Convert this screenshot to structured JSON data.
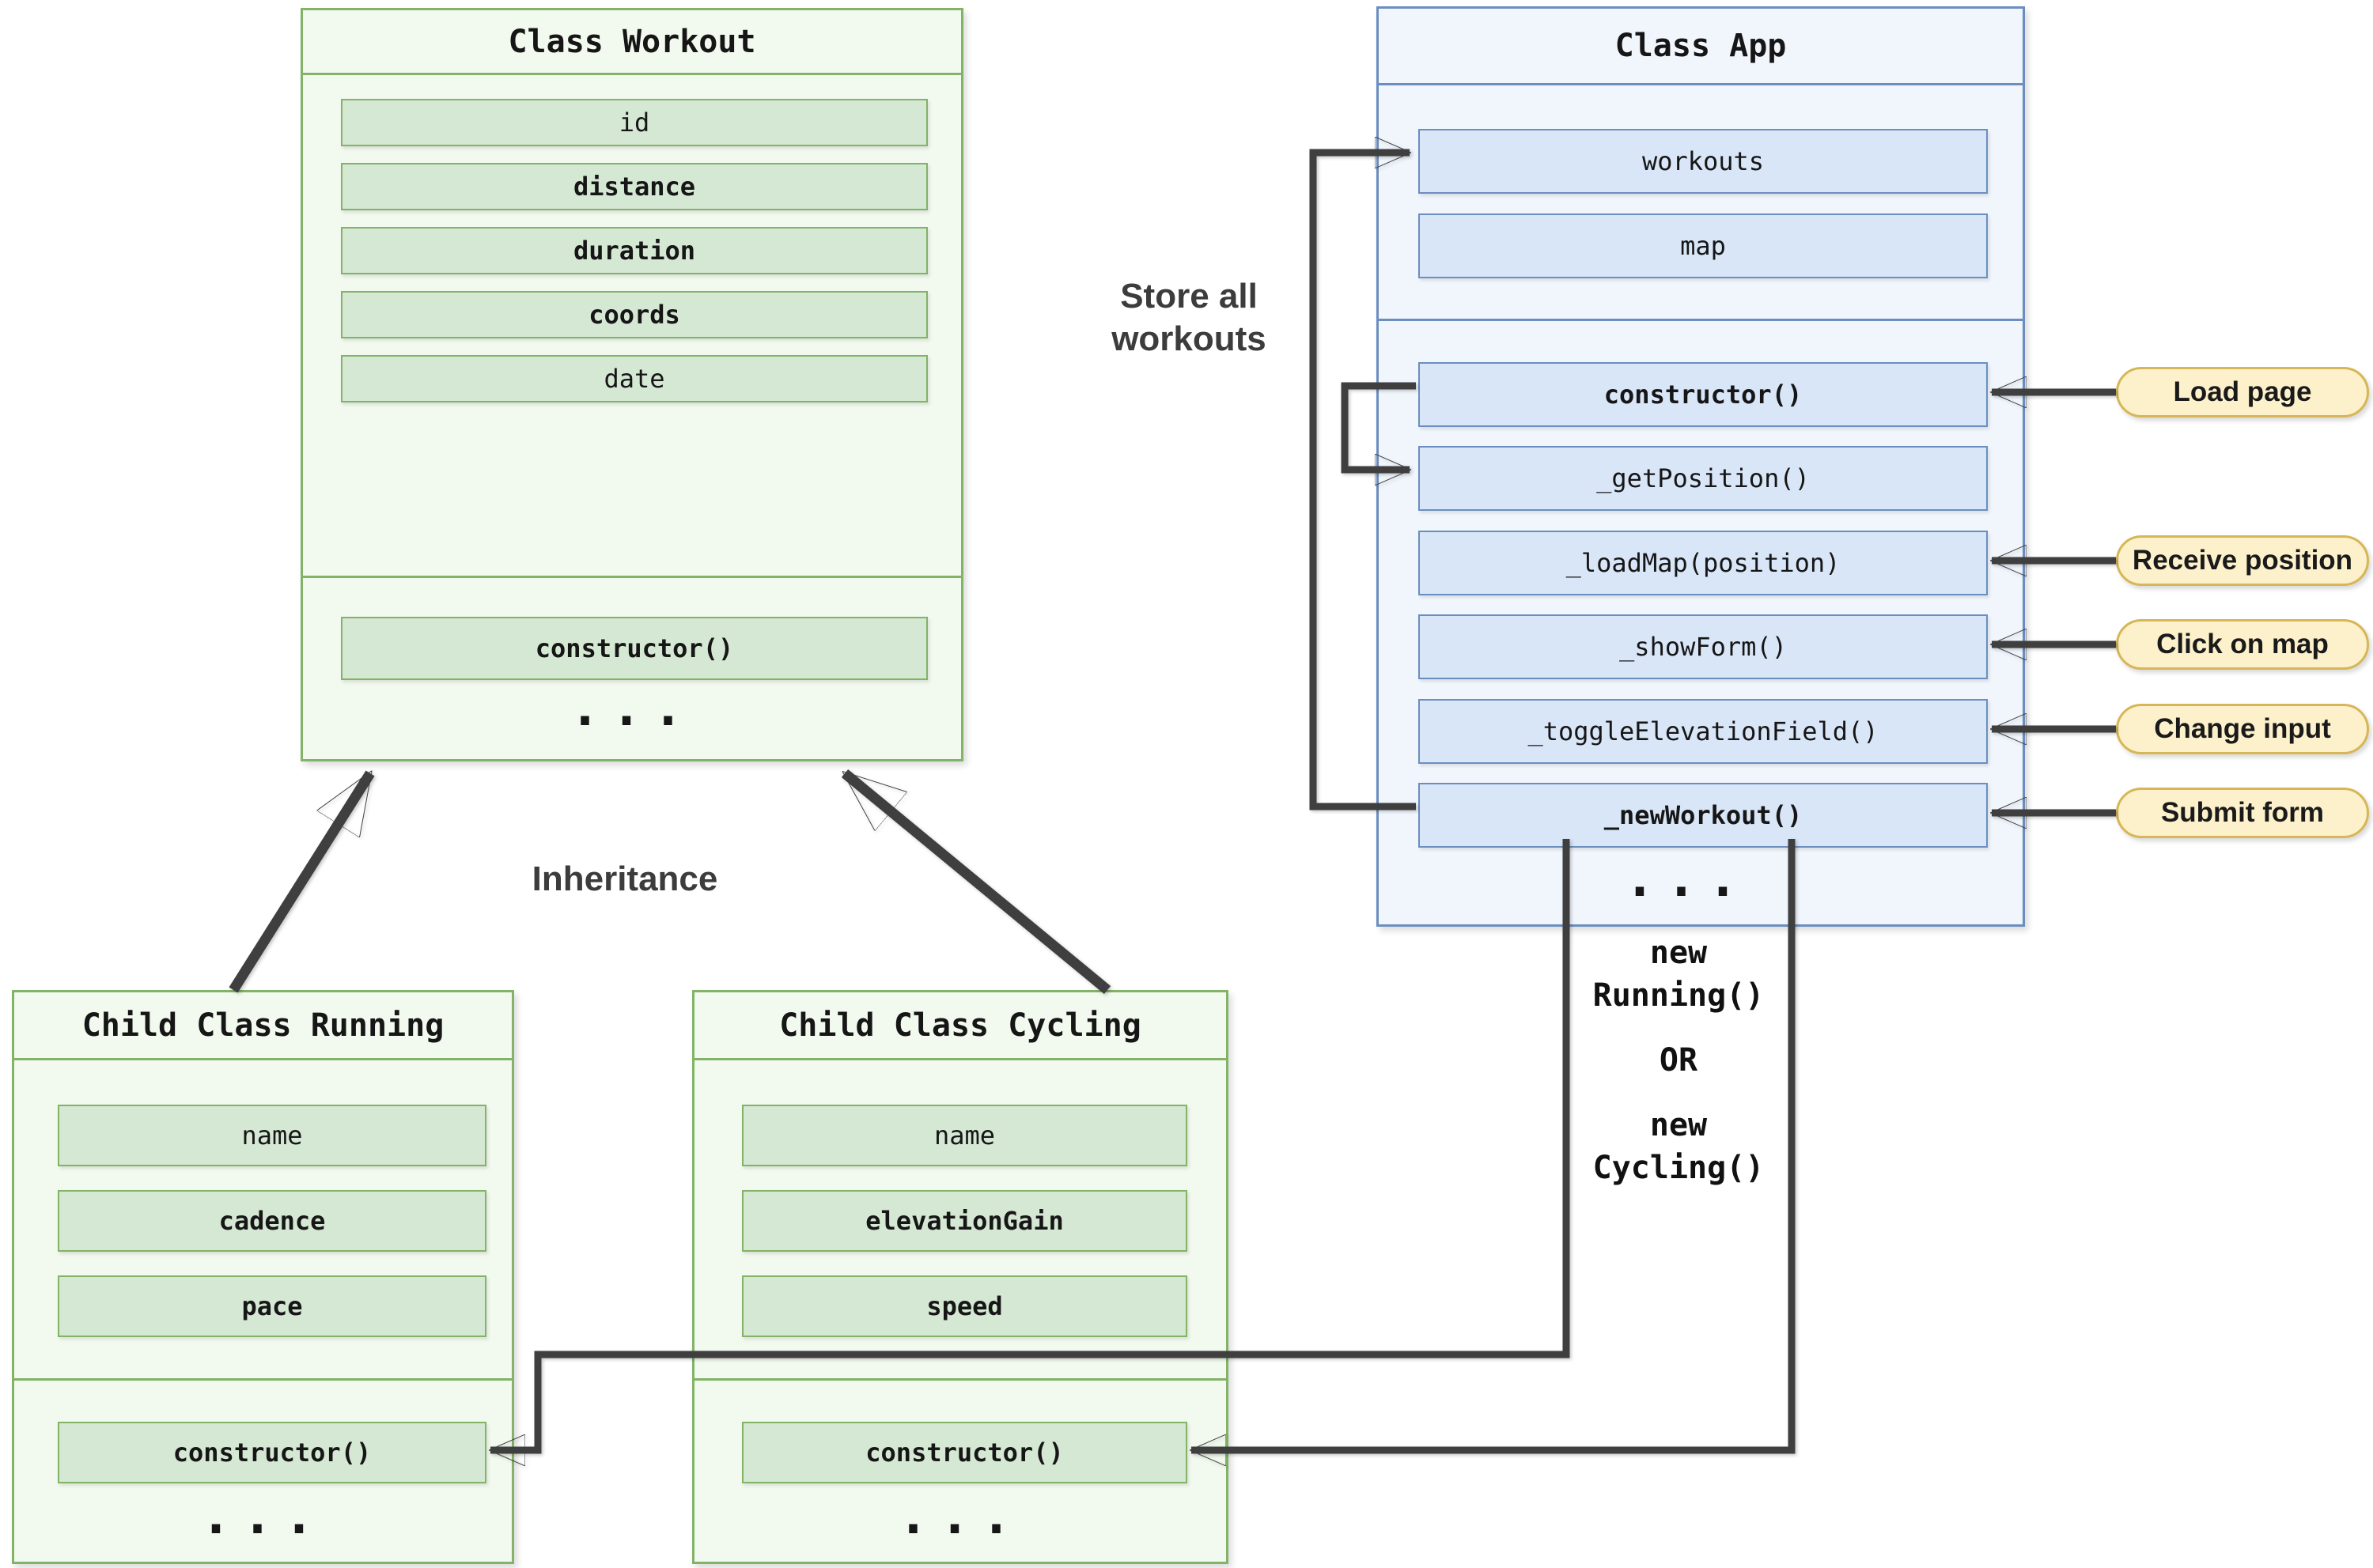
{
  "workout": {
    "title": "Class Workout",
    "fields": [
      {
        "label": "id",
        "bold": false
      },
      {
        "label": "distance",
        "bold": true
      },
      {
        "label": "duration",
        "bold": true
      },
      {
        "label": "coords",
        "bold": true
      },
      {
        "label": "date",
        "bold": false
      }
    ],
    "constructor_label": "constructor()",
    "ellipsis": "..."
  },
  "app": {
    "title": "Class App",
    "fields": [
      {
        "label": "workouts",
        "bold": false
      },
      {
        "label": "map",
        "bold": false
      }
    ],
    "methods": [
      {
        "label": "constructor()",
        "bold": true
      },
      {
        "label": "_getPosition()",
        "bold": false
      },
      {
        "label": "_loadMap(position)",
        "bold": false
      },
      {
        "label": "_showForm()",
        "bold": false
      },
      {
        "label": "_toggleElevationField()",
        "bold": false
      },
      {
        "label": "_newWorkout()",
        "bold": true
      }
    ],
    "ellipsis": "..."
  },
  "running": {
    "title": "Child Class Running",
    "fields": [
      {
        "label": "name",
        "bold": false
      },
      {
        "label": "cadence",
        "bold": true
      },
      {
        "label": "pace",
        "bold": true
      }
    ],
    "constructor_label": "constructor()",
    "ellipsis": "..."
  },
  "cycling": {
    "title": "Child Class Cycling",
    "fields": [
      {
        "label": "name",
        "bold": false
      },
      {
        "label": "elevationGain",
        "bold": true
      },
      {
        "label": "speed",
        "bold": true
      }
    ],
    "constructor_label": "constructor()",
    "ellipsis": "..."
  },
  "labels": {
    "store": "Store all\nworkouts",
    "inheritance": "Inheritance",
    "new_running": "new\nRunning()",
    "or": "OR",
    "new_cycling": "new\nCycling()"
  },
  "pills": [
    {
      "label": "Load page"
    },
    {
      "label": "Receive position"
    },
    {
      "label": "Click on map"
    },
    {
      "label": "Change input"
    },
    {
      "label": "Submit form"
    }
  ],
  "colors": {
    "green_border": "#82b366",
    "green_fill": "#d5e8d4",
    "green_bg": "#f2f9ee",
    "blue_border": "#6c8ebf",
    "blue_fill": "#d9e6f8",
    "blue_bg": "#f1f6fd",
    "yellow_fill": "#fdf1cb",
    "yellow_border": "#d6b656",
    "connector": "#3f3f3f",
    "label_text": "#3c3c3c",
    "text": "#161616"
  }
}
